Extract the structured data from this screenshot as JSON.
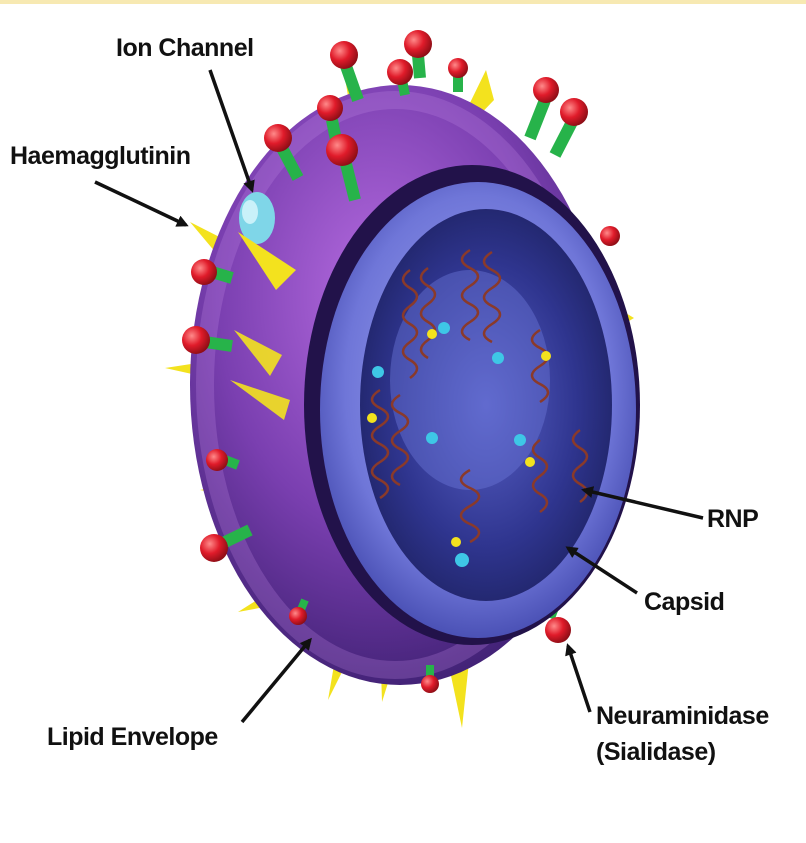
{
  "labels": {
    "ion_channel": "Ion Channel",
    "haemagglutinin": "Haemagglutinin",
    "rnp": "RNP",
    "capsid": "Capsid",
    "neuraminidase": "Neuraminidase",
    "sialidase": "(Sialidase)",
    "lipid_envelope": "Lipid Envelope"
  },
  "colors": {
    "top_band": "#f7e9b2",
    "envelope": "#7a3fb0",
    "envelope_dark": "#3a1e6e",
    "capsid": "#6f76d8",
    "core": "#2a2f8a",
    "spike_yellow": "#f3e21e",
    "stalk_green": "#27b34a",
    "knob_red": "#e01b2a",
    "rnp_coil": "#8a3a2a",
    "ion_channel": "#7fd6e8",
    "arrow": "#111111",
    "label_text": "#111111"
  }
}
